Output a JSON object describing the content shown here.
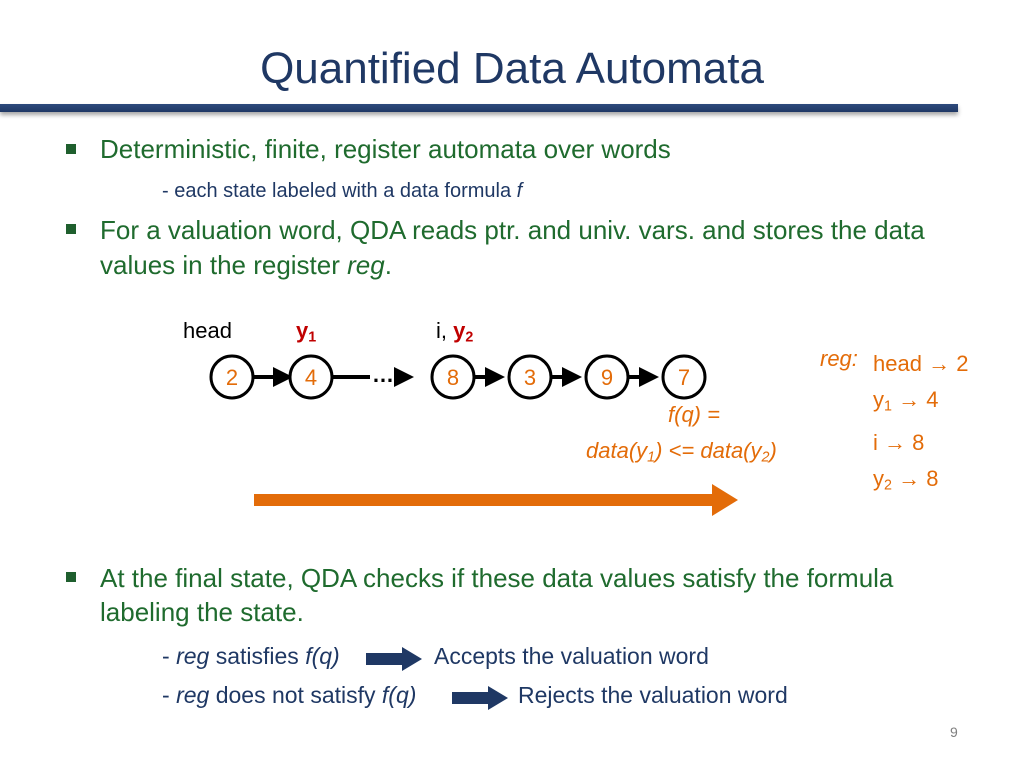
{
  "slide": {
    "title": "Quantified Data Automata",
    "page_number": "9"
  },
  "bullets": {
    "b1": "Deterministic, finite, register automata over words",
    "b1_sub_text": "- each state labeled with a data formula",
    "b1_sub_var": "f",
    "b2_line1": "For a valuation word, QDA reads ptr. and univ. vars. and stores the data",
    "b2_line2_prefix": "values in the register",
    "b2_reg": "reg",
    "b2_period": ".",
    "b3_line1": "At the final state, QDA checks if these data values satisfy the formula",
    "b3_line2": "labeling the state.",
    "accept": {
      "dash": "-",
      "reg": "reg",
      "verb": "satisfies",
      "formula": "f(q)",
      "result": "Accepts the valuation word"
    },
    "reject": {
      "dash": "-",
      "reg": "reg",
      "verb": "does not satisfy",
      "formula": "f(q)",
      "result": "Rejects the valuation word"
    }
  },
  "diagram": {
    "labels": {
      "head": "head",
      "y1": "y",
      "y1_sub": "1",
      "i_prefix": "i,",
      "y2": "y",
      "y2_sub": "2"
    },
    "nodes": [
      "2",
      "4",
      "8",
      "3",
      "9",
      "7"
    ],
    "ellipsis": "…",
    "formula_line1": "f(q) =",
    "formula_line2": {
      "a": "data(y",
      "a_sub": "1",
      "b": ") <= data(y",
      "b_sub": "2",
      "c": ")"
    },
    "register": {
      "label": "reg:",
      "entries": [
        {
          "name": "head",
          "sub": "",
          "value": "2"
        },
        {
          "name": "y",
          "sub": "1",
          "value": "4"
        },
        {
          "name": "i",
          "sub": "",
          "value": "8"
        },
        {
          "name": "y",
          "sub": "2",
          "value": "8"
        }
      ],
      "arrow_glyph": "→"
    }
  },
  "colors": {
    "title": "#1f3864",
    "bullet_text": "#1f6b2e",
    "sub_text": "#1f3864",
    "accent": "#e36c09",
    "pointer": "#c00000"
  }
}
